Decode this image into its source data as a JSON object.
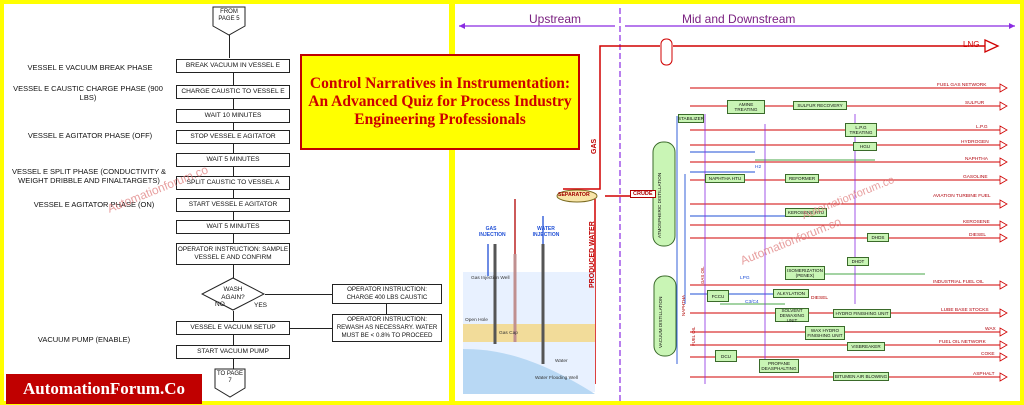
{
  "title_banner": "Control Narratives in Instrumentation: An Advanced Quiz for Process Industry Engineering Professionals",
  "brand": "AutomationForum.Co",
  "watermark": "Automationforum.co",
  "flowchart": {
    "start": "FROM PAGE 5",
    "end": "TO PAGE 7",
    "phases": {
      "break": "VESSEL E VACUUM BREAK PHASE",
      "caustic": "VESSEL E CAUSTIC CHARGE PHASE (900 LBS)",
      "agitator_off": "VESSEL E AGITATOR PHASE (OFF)",
      "split": "VESSEL E SPLIT PHASE (CONDUCTIVITY & WEIGHT DRIBBLE AND FINALTARGETS)",
      "agitator_on": "VESSEL E AGITATOR PHASE (ON)",
      "pump": "VACUUM PUMP (ENABLE)"
    },
    "steps": [
      "BREAK VACUUM IN VESSEL E",
      "CHARGE CAUSTIC TO VESSEL E",
      "WAIT 10 MINUTES",
      "STOP VESSEL E AGITATOR",
      "WAIT 5 MINUTES",
      "SPLIT CAUSTIC TO VESSEL A",
      "START VESSEL E AGITATOR",
      "WAIT 5 MINUTES",
      "OPERATOR INSTRUCTION: SAMPLE VESSEL E AND CONFIRM",
      "VESSEL E VACUUM SETUP",
      "START VACUUM PUMP"
    ],
    "decision": "WASH AGAIN?",
    "no_label": "NO",
    "yes_label": "YES",
    "side_1": "OPERATOR INSTRUCTION: CHARGE 400 LBS CAUSTIC",
    "side_2": "OPERATOR INSTRUCTION: REWASH AS NECESSARY.  WATER MUST BE < 0.8% TO PROCEED"
  },
  "refinery": {
    "upstream": "Upstream",
    "downstream": "Mid and Downstream",
    "lng": "LNG",
    "gas": "GAS",
    "produced_water": "PRODUCED WATER",
    "separator": "SEPARATOR",
    "crude": "CRUDE",
    "gas_injection": "GAS INJECTION",
    "water_injection": "WATER INJECTION",
    "well_labels": [
      "Gas Injection Well",
      "Open Hole",
      "Gas Cap",
      "Water",
      "Water Flooding Well"
    ],
    "units": {
      "stabilizer": "STABILIZER",
      "amine": "AMINE TREATING",
      "sulfur_recovery": "SULFUR RECOVERY",
      "lpg_treating": "L.P.G TREATING",
      "hgu": "HGU",
      "naphtha_htu": "NAPHTHA HTU",
      "reformer": "REFORMER",
      "kerosene_htu": "KEROSENE HTU",
      "atmospheric": "ATMOSPHERIC DISTILLATION",
      "dhds": "DHDS",
      "isomerization": "ISOMERIZATION (PENEX)",
      "dhdt": "DHDT",
      "alkylation": "ALKYLATION",
      "fccu": "FCCU",
      "vacuum": "VACUUM DISTILLATION",
      "solvent": "SOLVENT DEWAXING UNIT",
      "hydro_finishing": "HYDRO FINISHING UNIT",
      "wax_hydro": "WAX HYDRO FINISHING UNIT",
      "visbreaker": "VISBREAKER",
      "dcu": "DCU",
      "propane": "PROPANE DEASPHALTING",
      "bitumen": "BITUMEN AIR BLOWING"
    },
    "products": [
      "FUEL GAS NETWORK",
      "SULFUR",
      "L.P.G",
      "HYDROGEN",
      "NAPHTHA",
      "GASOLINE",
      "AVIATION TURBINE FUEL",
      "KEROSENE",
      "DIESEL",
      "INDUSTRIAL FUEL OIL",
      "LUBE BASE STOCKS",
      "WAX",
      "FUEL OIL NETWORK",
      "COKE",
      "ASPHALT"
    ],
    "small": [
      "H2",
      "LPG",
      "C3/C4",
      "DIESEL",
      "NAPHTHA",
      "FUEL OIL",
      "GAS OIL"
    ]
  },
  "colors": {
    "frame": "#ffff00",
    "banner_text": "#cc0000",
    "brand_bg": "#c00000",
    "unit_fill": "#c9f5b5",
    "header_text": "#7a2080"
  }
}
